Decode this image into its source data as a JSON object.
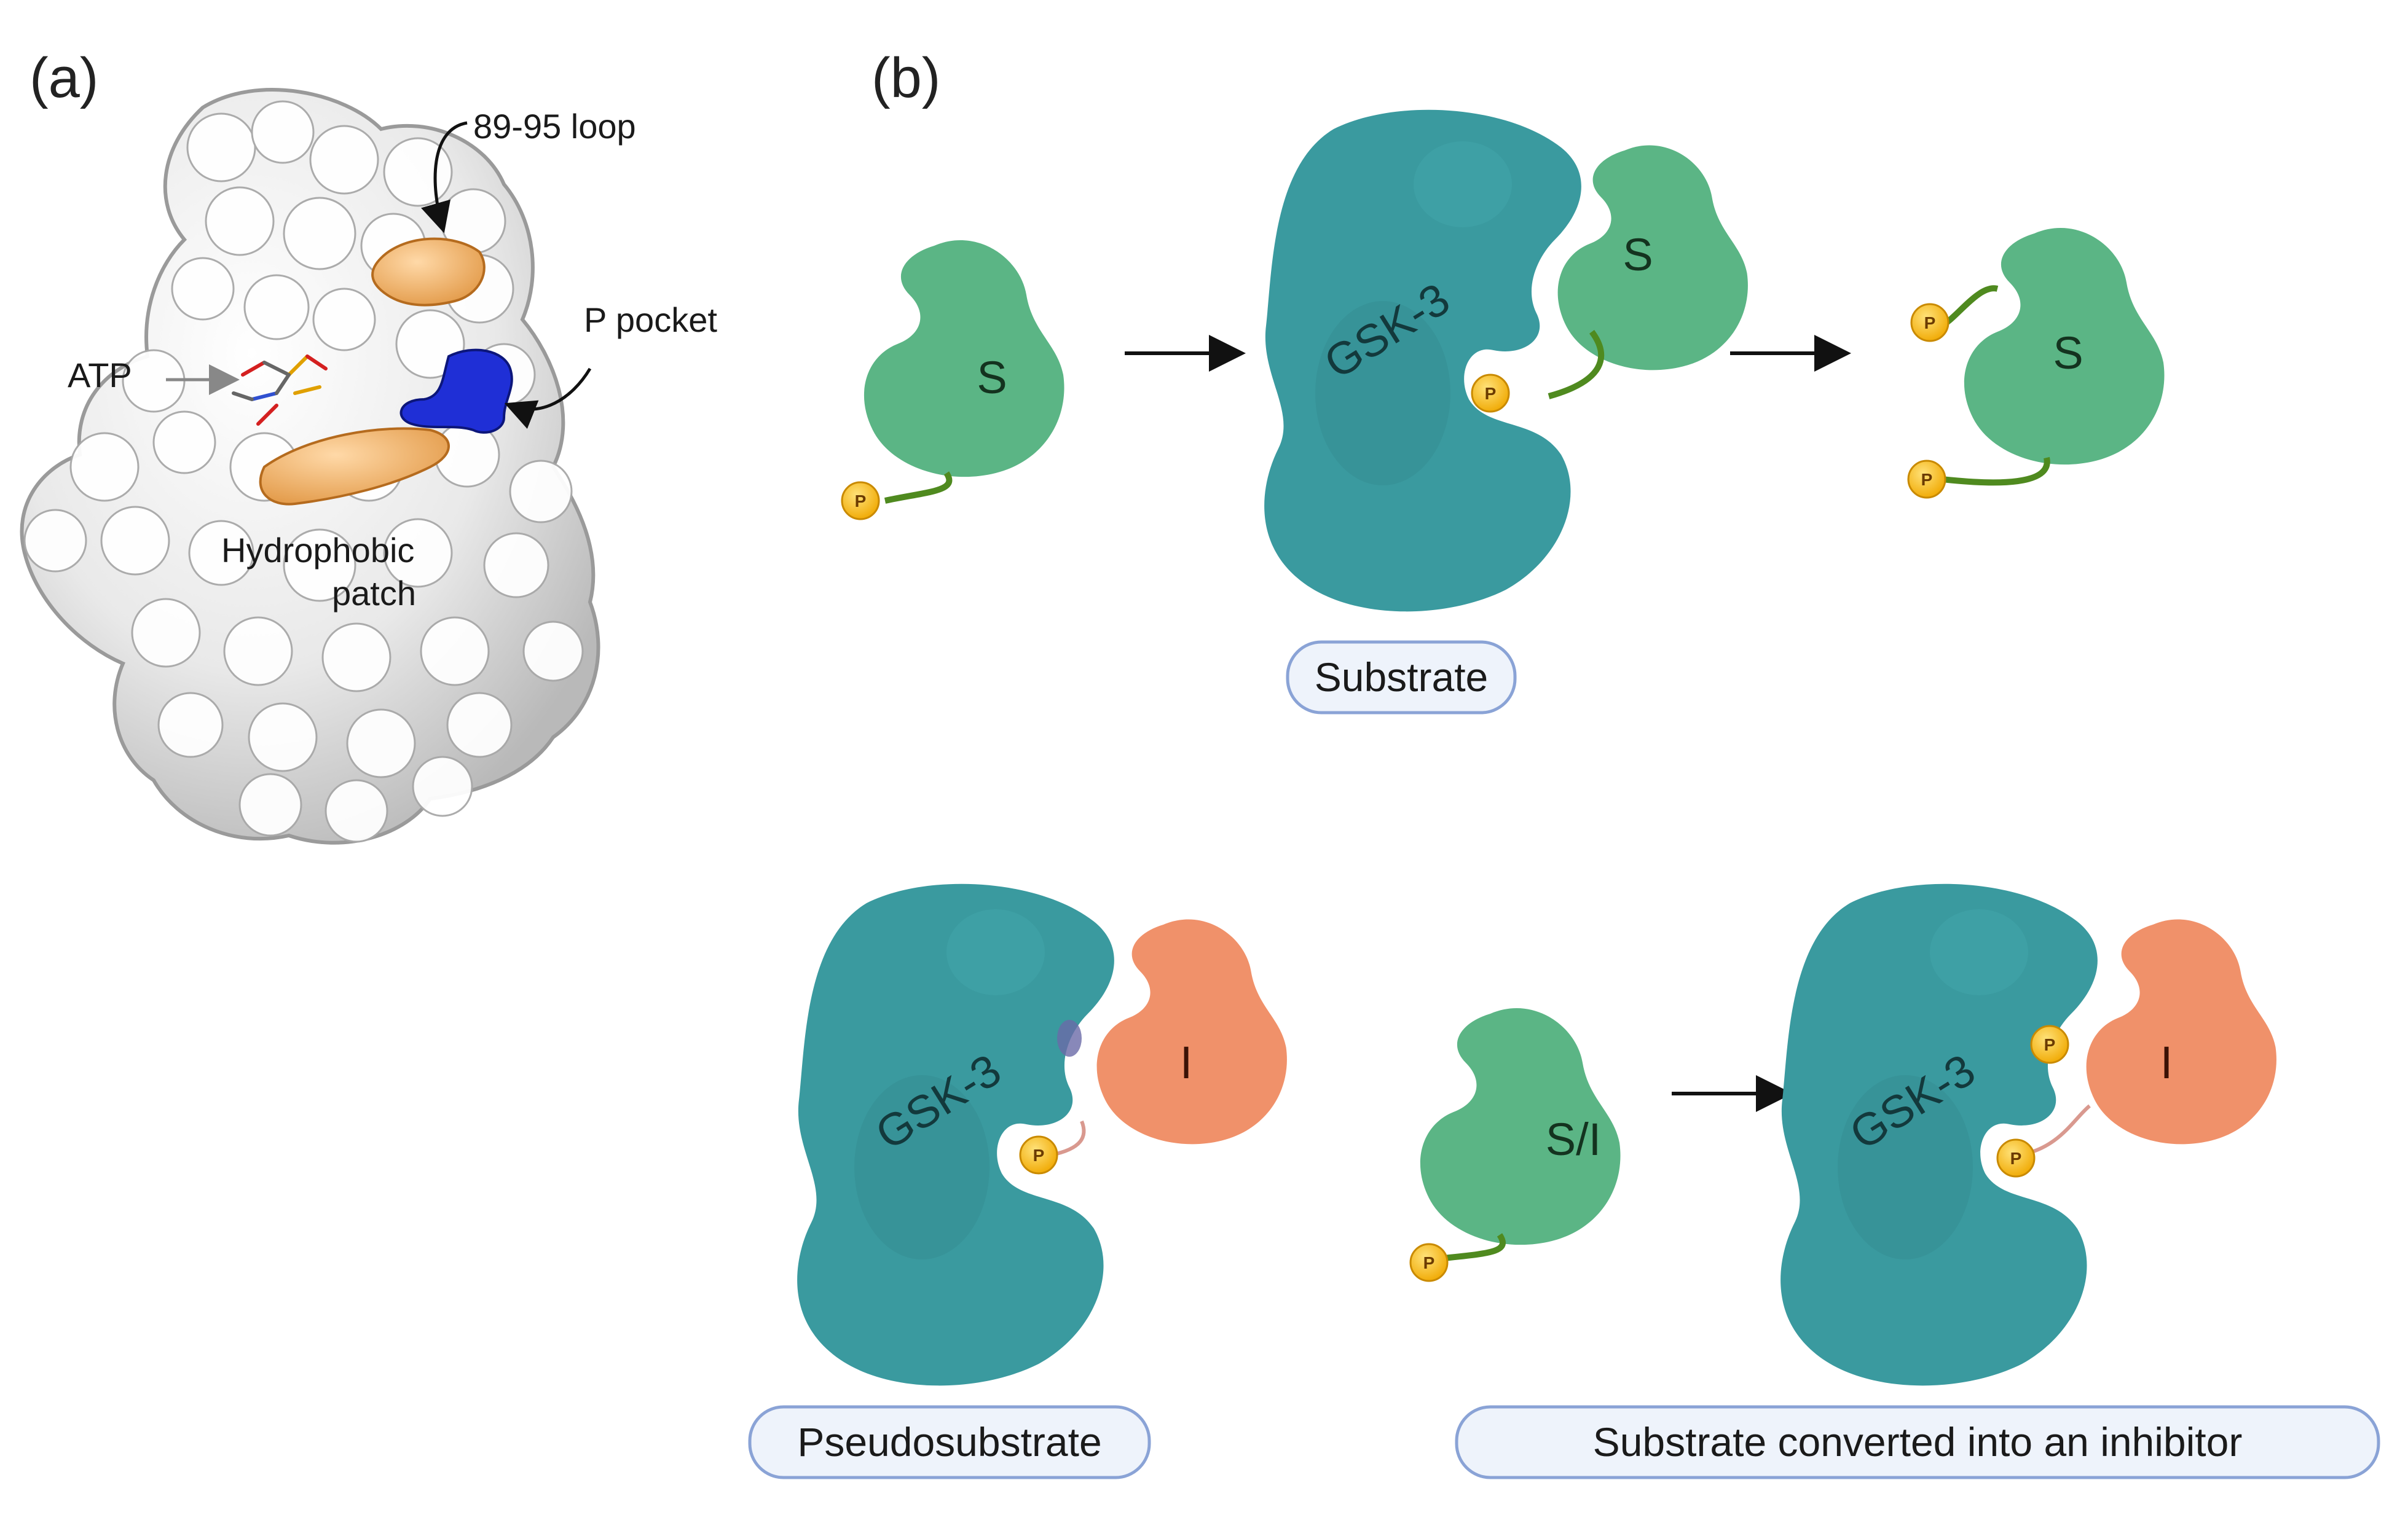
{
  "panels": {
    "a": {
      "label": "(a)",
      "annotations": {
        "loop": "89-95 loop",
        "p_pocket": "P pocket",
        "atp": "ATP",
        "hydrophobic_line1": "Hydrophobic",
        "hydrophobic_line2": "patch"
      },
      "colors": {
        "surface": "#e6e6e6",
        "loop_patch": "#f2b36b",
        "p_pocket": "#1f2fd6"
      }
    },
    "b": {
      "label": "(b)",
      "labels": {
        "enzyme": "GSK-3",
        "substrate": "S",
        "inhibitor": "I",
        "substrate_inhibitor": "S/I",
        "phospho": "P"
      },
      "captions": {
        "substrate": "Substrate",
        "pseudosubstrate": "Pseudosubstrate",
        "converted": "Substrate converted into an inhibitor"
      },
      "colors": {
        "enzyme": "#3a9a9f",
        "substrate": "#5bb585",
        "inhibitor": "#f0916a",
        "phospho": "#f5b800",
        "caption_fill": "#eef3fb",
        "caption_border": "#8aa3d6"
      }
    }
  }
}
